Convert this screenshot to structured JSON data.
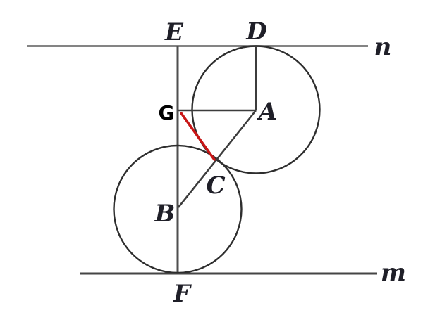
{
  "figure": {
    "labels": {
      "E": "E",
      "D": "D",
      "G": "G",
      "A": "A",
      "C": "C",
      "B": "B",
      "F": "F",
      "n": "n",
      "m": "m"
    },
    "colors": {
      "highlight_red": "#c81616",
      "circle_stroke": "#2e2e2e",
      "label_ink": "#1f1f28",
      "g_label_ink": "#000000",
      "line_n_gray": "#848484",
      "line_m_gray": "#454545",
      "background": "#ffffff"
    }
  }
}
